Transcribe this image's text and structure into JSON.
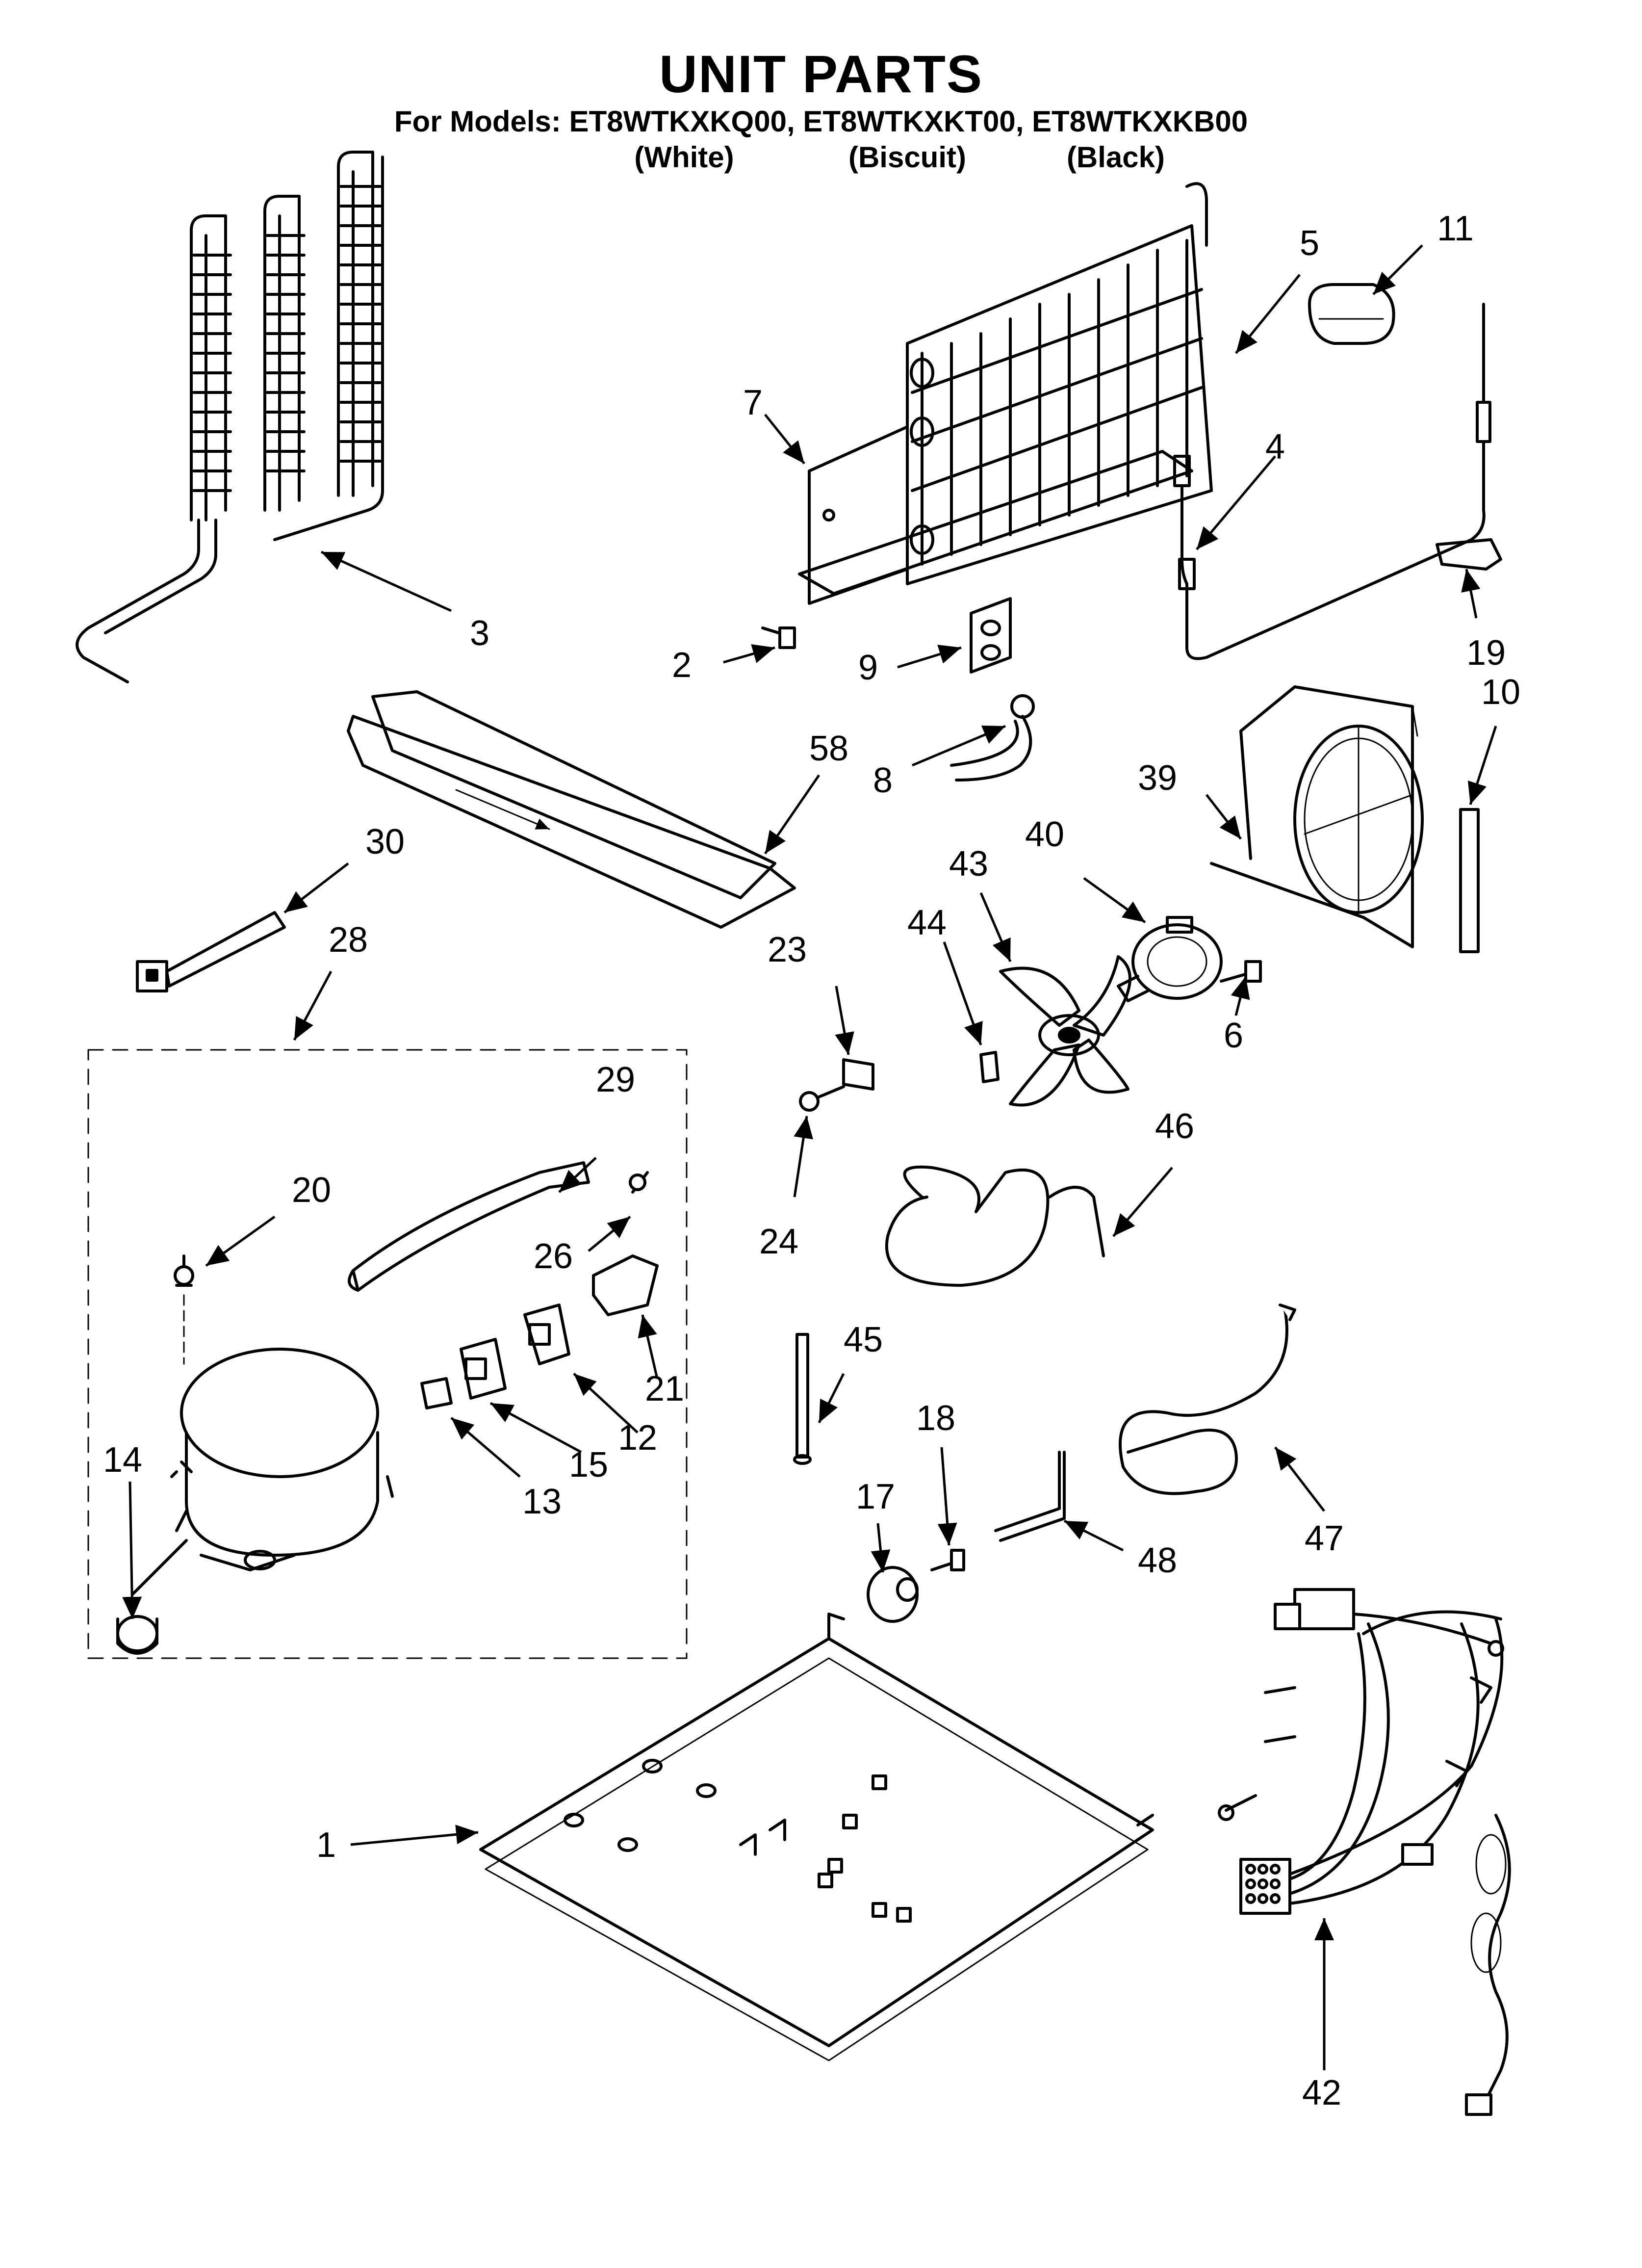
{
  "header": {
    "title": "UNIT PARTS",
    "models_line": "For Models: ET8WTKXKQ00, ET8WTKXKT00, ET8WTKXKB00",
    "variants": [
      "(White)",
      "(Biscuit)",
      "(Black)"
    ]
  },
  "callouts": [
    "1",
    "2",
    "3",
    "4",
    "5",
    "6",
    "7",
    "8",
    "9",
    "10",
    "11",
    "12",
    "13",
    "14",
    "15",
    "17",
    "18",
    "19",
    "20",
    "21",
    "23",
    "24",
    "26",
    "28",
    "29",
    "30",
    "39",
    "40",
    "42",
    "43",
    "44",
    "45",
    "46",
    "47",
    "48",
    "58"
  ]
}
